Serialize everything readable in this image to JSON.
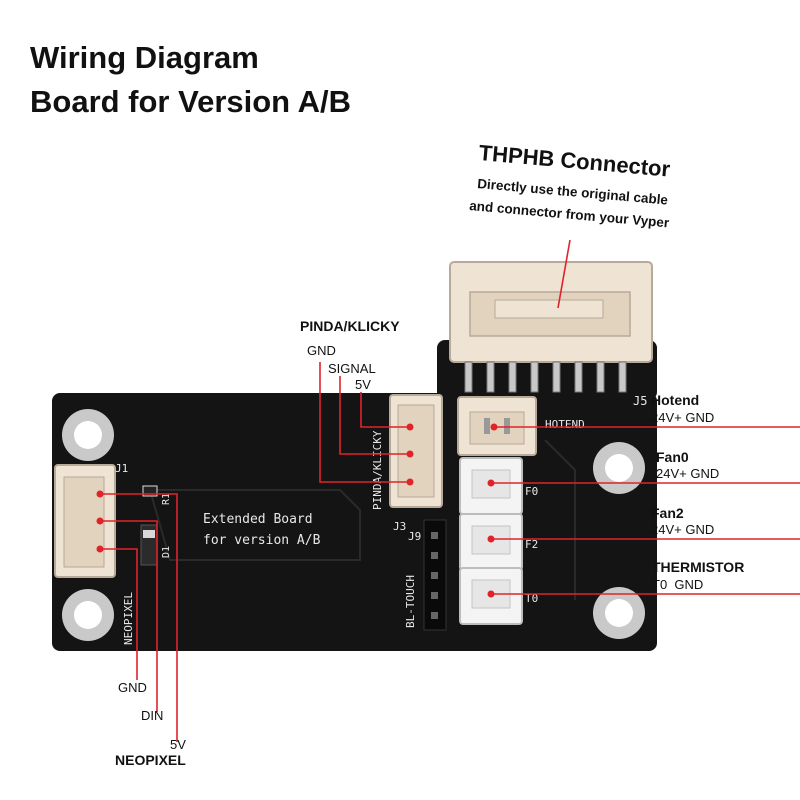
{
  "title": {
    "line1": "Wiring Diagram",
    "line2": "Board for Version A/B"
  },
  "thphb": {
    "heading": "THPHB Connector",
    "desc_line1": "Directly use the original cable",
    "desc_line2": "and connector from your Vyper"
  },
  "pinda": {
    "heading": "PINDA/KLICKY",
    "pins": [
      "GND",
      "SIGNAL",
      "5V"
    ]
  },
  "hotend": {
    "heading": "Hotend",
    "pins": "24V+ GND"
  },
  "fan0": {
    "heading": "Fan0",
    "pins": "24V+ GND"
  },
  "fan2": {
    "heading": "Fan2",
    "pins": "24V+ GND"
  },
  "thermistor": {
    "heading": "THERMISTOR",
    "pins": "T0  GND"
  },
  "neopixel": {
    "heading": "NEOPIXEL",
    "pins": [
      "GND",
      "DIN",
      "5V"
    ]
  },
  "board": {
    "center_line1": "Extended Board",
    "center_line2": "for version A/B",
    "silk": {
      "j1": "J1",
      "j3": "J3",
      "j5": "J5",
      "j9": "J9",
      "r1": "R1",
      "d1": "D1",
      "hotend": "HOTEND",
      "f0": "F0",
      "f2": "F2",
      "t0": "T0",
      "pinda_klicky": "PINDA/KLICKY",
      "bl_touch": "BL-TOUCH",
      "neopixel": "NEOPIXEL"
    }
  },
  "colors": {
    "pcb": "#141414",
    "connector": "#efe3d3",
    "jst_white": "#f4f4f4",
    "callout_line": "#e0232b",
    "pin_dot": "#e0232b"
  }
}
